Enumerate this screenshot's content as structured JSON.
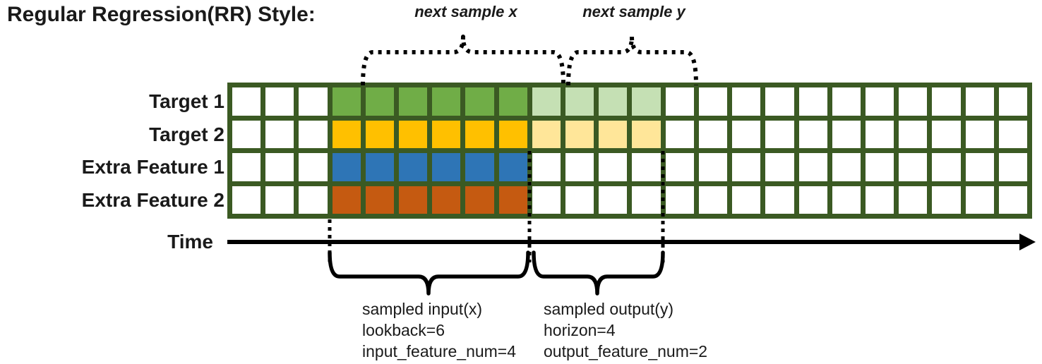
{
  "title": "Regular Regression(RR) Style:",
  "colors": {
    "grid_line": "#3B5A23",
    "empty_cell": "#FFFFFF",
    "target1_input": "#70AD47",
    "target1_output": "#C5E0B4",
    "target2_input": "#FFC000",
    "target2_output": "#FFE699",
    "extra_feature1_input": "#2E75B6",
    "extra_feature2_input": "#C55A11",
    "annotation_stroke": "#000000"
  },
  "grid": {
    "total_cols": 24,
    "lead_cols": 3,
    "lookback": 6,
    "horizon": 4,
    "rows": [
      {
        "label": "Target 1",
        "input_color": "#70AD47",
        "output_color": "#C5E0B4"
      },
      {
        "label": "Target 2",
        "input_color": "#FFC000",
        "output_color": "#FFE699"
      },
      {
        "label": "Extra Feature 1",
        "input_color": "#2E75B6",
        "output_color": null
      },
      {
        "label": "Extra Feature 2",
        "input_color": "#C55A11",
        "output_color": null
      }
    ]
  },
  "time_axis": {
    "label": "Time"
  },
  "annotations": {
    "next_sample_x": "next sample x",
    "next_sample_y": "next sample y",
    "input_block": {
      "line1": "sampled input(x)",
      "line2": "lookback=6",
      "line3": "input_feature_num=4"
    },
    "output_block": {
      "line1": "sampled output(y)",
      "line2": "horizon=4",
      "line3": "output_feature_num=2"
    }
  }
}
